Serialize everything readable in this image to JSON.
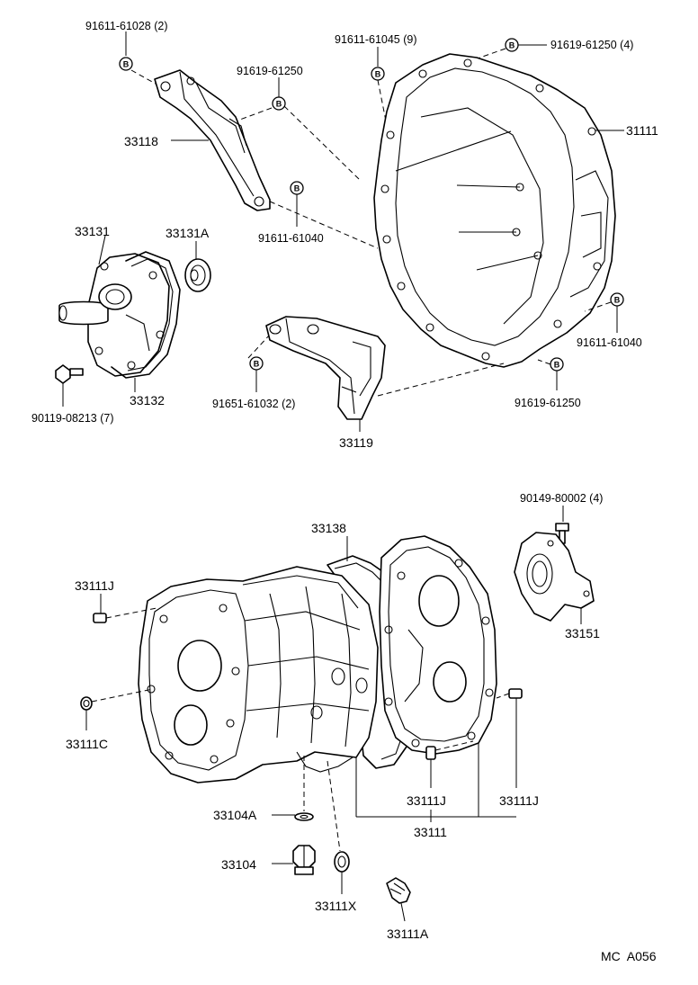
{
  "diagram": {
    "code": "MC  A056",
    "bolt_letter": "B",
    "labels": {
      "p91611_61028": "91611-61028 (2)",
      "p91619_61250_top": "91619-61250",
      "p91611_61045": "91611-61045 (9)",
      "p91619_61250_4": "91619-61250 (4)",
      "p31111": "31111",
      "p33118": "33118",
      "p91611_61040_left": "91611-61040",
      "p33131": "33131",
      "p33131A": "33131A",
      "p91611_61040_right": "91611-61040",
      "p90119_08213": "90119-08213 (7)",
      "p33132": "33132",
      "p91651_61032": "91651-61032 (2)",
      "p91619_61250_bottom": "91619-61250",
      "p33119": "33119",
      "p90149_80002": "90149-80002 (4)",
      "p33138": "33138",
      "p33111J_left": "33111J",
      "p33151": "33151",
      "p33111C": "33111C",
      "p33111J_mid": "33111J",
      "p33111J_right": "33111J",
      "p33104A": "33104A",
      "p33111": "33111",
      "p33104": "33104",
      "p33111X": "33111X",
      "p33111A": "33111A"
    }
  }
}
